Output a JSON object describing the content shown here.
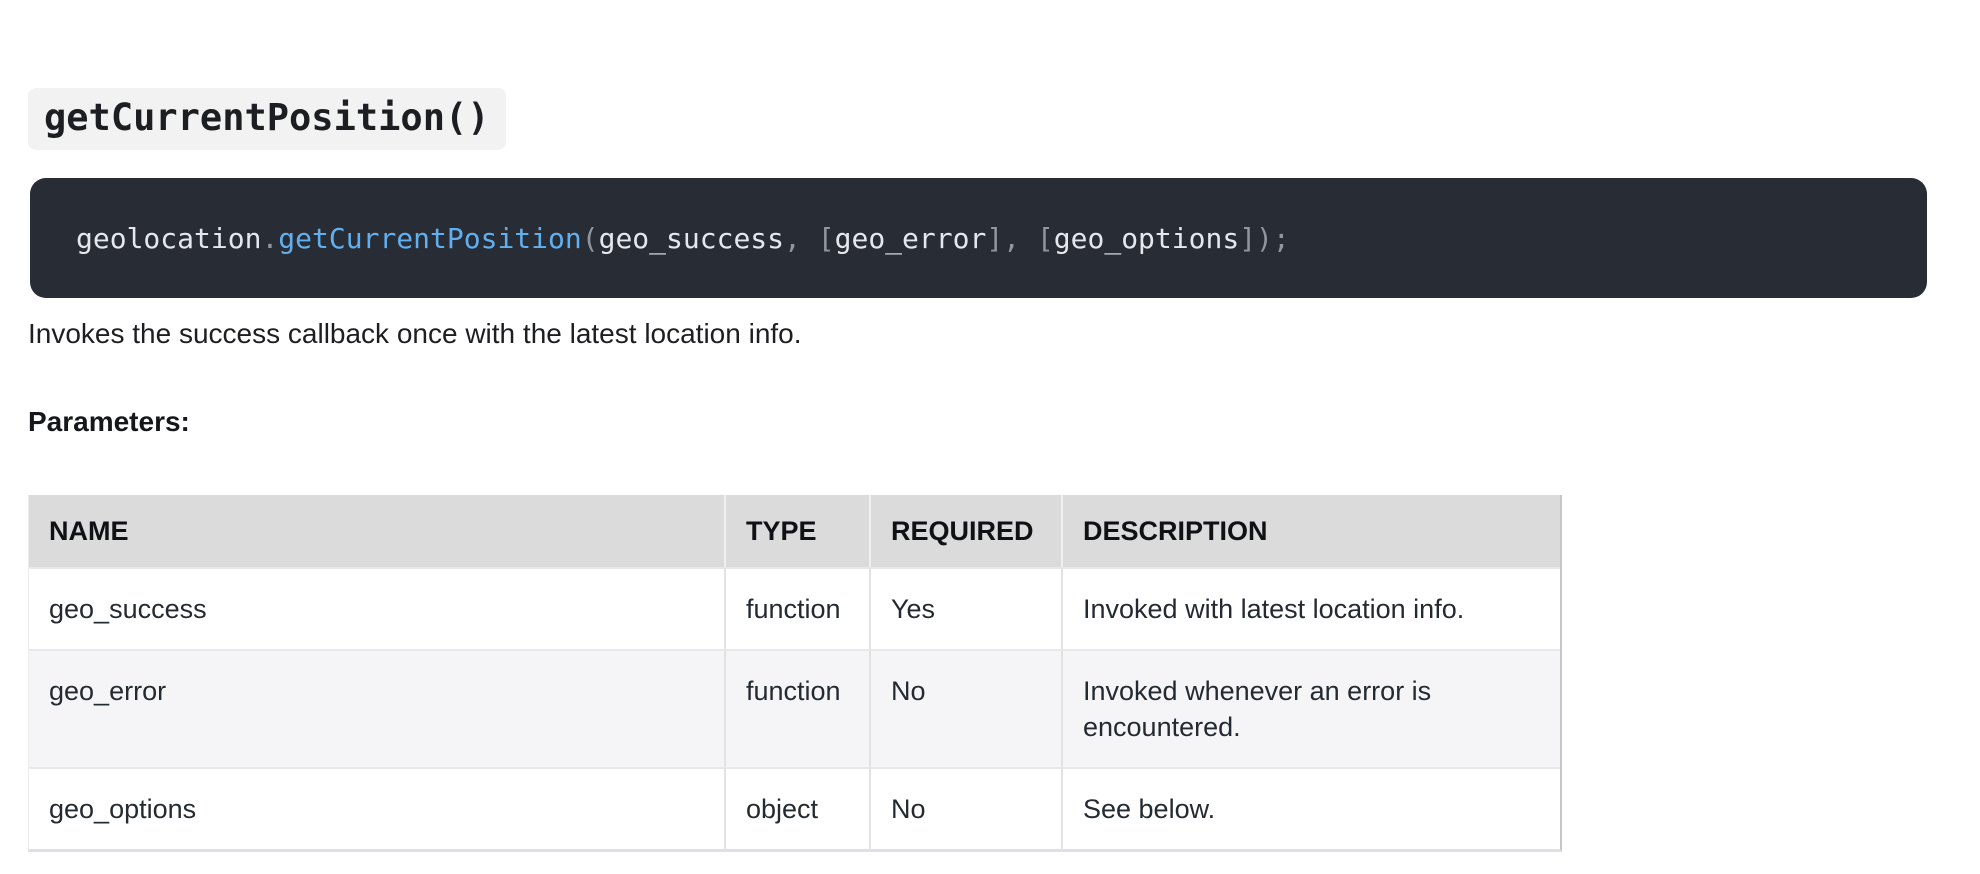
{
  "colors": {
    "code_background": "#282c34",
    "code_plain": "#e4e8ee",
    "code_punctuation": "#8f969f",
    "code_function_blue": "#61afef",
    "heading_chip_background": "#f2f2f2",
    "table_header_background": "#dbdbdb",
    "table_stripe_background": "#f5f5f7"
  },
  "heading": {
    "method_name": "getCurrentPosition()"
  },
  "code": {
    "full_text": "geolocation.getCurrentPosition(geo_success, [geo_error], [geo_options]);",
    "tokens": [
      {
        "text": "geolocation",
        "type": "plain"
      },
      {
        "text": ".",
        "type": "punct"
      },
      {
        "text": "getCurrentPosition",
        "type": "function"
      },
      {
        "text": "(",
        "type": "punct"
      },
      {
        "text": "geo_success",
        "type": "plain"
      },
      {
        "text": ", ",
        "type": "punct"
      },
      {
        "text": "[",
        "type": "punct"
      },
      {
        "text": "geo_error",
        "type": "plain"
      },
      {
        "text": "], ",
        "type": "punct"
      },
      {
        "text": "[",
        "type": "punct"
      },
      {
        "text": "geo_options",
        "type": "plain"
      },
      {
        "text": "]);",
        "type": "punct"
      }
    ]
  },
  "description": "Invokes the success callback once with the latest location info.",
  "parameters_label": "Parameters:",
  "table": {
    "columns": [
      "NAME",
      "TYPE",
      "REQUIRED",
      "DESCRIPTION"
    ],
    "rows": [
      {
        "name": "geo_success",
        "type": "function",
        "required": "Yes",
        "description": "Invoked with latest location info."
      },
      {
        "name": "geo_error",
        "type": "function",
        "required": "No",
        "description": "Invoked whenever an error is encountered."
      },
      {
        "name": "geo_options",
        "type": "object",
        "required": "No",
        "description": "See below."
      }
    ]
  }
}
